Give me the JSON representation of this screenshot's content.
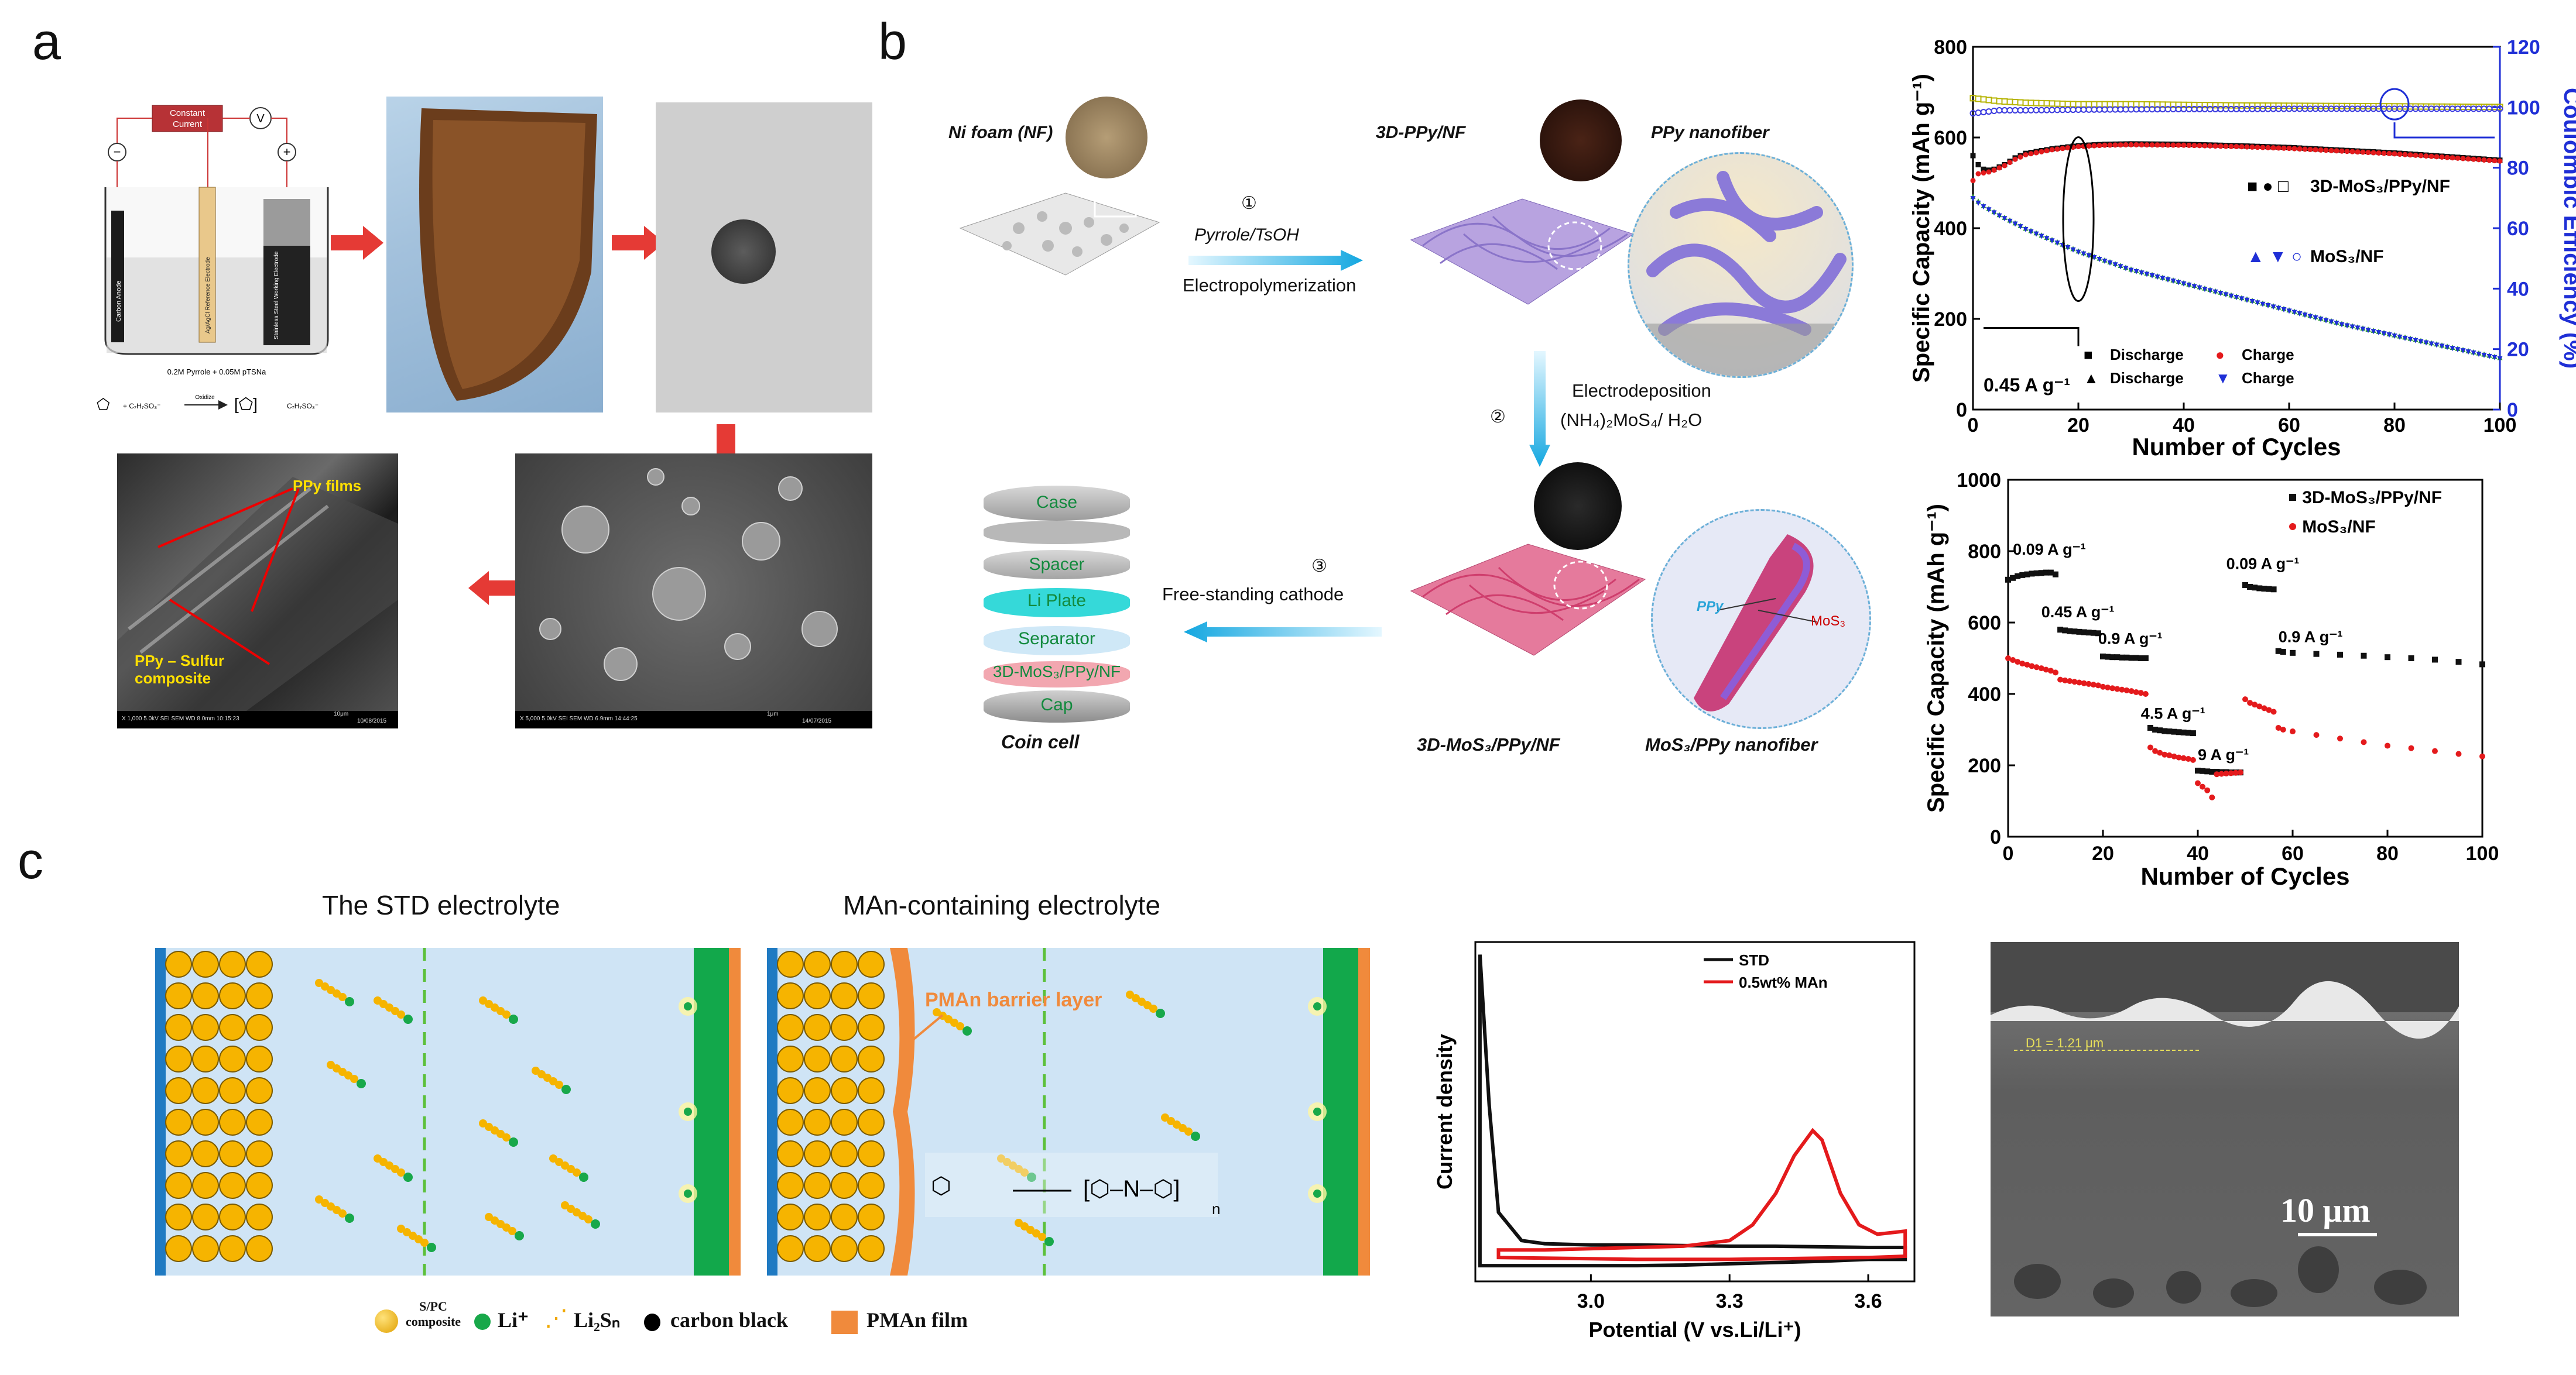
{
  "panels": {
    "a": "a",
    "b": "b",
    "c": "c"
  },
  "panel_a": {
    "source": {
      "top": "Constant",
      "bottom": "Current"
    },
    "voltmeter": "V",
    "minus": "−",
    "plus": "+",
    "electrodes": {
      "counter": "Carbon Anode",
      "reference": "Ag/AgCl Reference Electrode",
      "working": "Stainless Steel Working Electrode"
    },
    "solution": "0.2M Pyrrole + 0.05M pTSNa",
    "reaction": {
      "reactant": "+  C₇H₇SO₃⁻",
      "arrow_label": "Oxidize",
      "product_suffix": "C₇H₇SO₃⁻"
    },
    "sem1": {
      "label_films": "PPy films",
      "label_comp": "PPy – Sulfur composite",
      "footer": "X 1,000     5.0kV  SEI      SEM     WD 8.0mm  10:15:23",
      "scale": "10μm",
      "date": "10/08/2015"
    },
    "sem2": {
      "footer": "X 5,000     5.0kV  SEI      SEM     WD 6.9mm  14:44:25",
      "scale": "1μm",
      "date": "14/07/2015"
    }
  },
  "panel_b": {
    "ni_foam": "Ni foam (NF)",
    "ppy_nf": "3D-PPy/NF",
    "ppy_nanofiber": "PPy nanofiber",
    "step1_num": "①",
    "step1_chem": "Pyrrole/TsOH",
    "step1_label": "Electropolymerization",
    "step2_num": "②",
    "step2_line1": "Electrodeposition",
    "step2_line2": "(NH₄)₂MoS₄/ H₂O",
    "step3_num": "③",
    "step3_label": "Free-standing cathode",
    "cell_layers": [
      "Case",
      "Spacer",
      "Li Plate",
      "Separator",
      "3D-MoS₃/PPy/NF",
      "Cap"
    ],
    "coin_cell": "Coin cell",
    "mos3_ppy_nf": "3D-MoS₃/PPy/NF",
    "mos3_ppy_nanofiber": "MoS₃/PPy nanofiber",
    "inset_ppy": "PPy",
    "inset_mos3": "MoS₃"
  },
  "panel_c": {
    "title_left": "The STD electrolyte",
    "title_right": "MAn-containing electrolyte",
    "barrier_label": "PMAn barrier layer",
    "legend": {
      "sp": "S/PC composite",
      "li": "Li⁺",
      "li2sn": "Li₂Sₙ",
      "cb": "carbon black",
      "pman": "PMAn film"
    },
    "sem_scale": "10 μm",
    "sem_measure": "D1 = 1.21 μm",
    "polymer_n": "n",
    "colors": {
      "current_collector": "#1f7ac2",
      "anode": "#12a84b",
      "pman_film": "#f08a3c",
      "electrolyte": "#cfe4f5",
      "sulfur": "#f6b400"
    }
  },
  "chart_data": [
    {
      "type": "scatter",
      "xlabel": "Number of Cycles",
      "ylabel": "Specific Capacity (mAh g⁻¹)",
      "y2label": "Coulombic Efficiency (%)",
      "xlim": [
        0,
        100
      ],
      "ylim": [
        0,
        800
      ],
      "y2lim": [
        0,
        120
      ],
      "xticks": [
        0,
        20,
        40,
        60,
        80,
        100
      ],
      "yticks": [
        0,
        200,
        400,
        600,
        800
      ],
      "y2ticks": [
        0,
        20,
        40,
        60,
        80,
        100,
        120
      ],
      "annotation": "0.45 A g⁻¹",
      "legend_position": "center-right",
      "legend": [
        {
          "marker_text": "■  ●  □",
          "label": "3D-MoS₃/PPy/NF"
        },
        {
          "marker_text": "▲  ▼  ○",
          "label": "MoS₃/NF"
        }
      ],
      "legend2": [
        {
          "marker": "■",
          "label": "Discharge",
          "marker2": "●",
          "label2": "Charge"
        },
        {
          "marker": "▲",
          "label": "Discharge",
          "marker2": "▼",
          "label2": "Charge"
        }
      ],
      "series": [
        {
          "color": "#111111",
          "marker": "square",
          "axis": "left",
          "x": [
            0,
            1,
            2,
            3,
            4,
            6,
            8,
            10,
            15,
            20,
            25,
            30,
            40,
            50,
            60,
            70,
            80,
            90,
            100
          ],
          "y": [
            560,
            540,
            530,
            528,
            530,
            540,
            555,
            565,
            575,
            582,
            585,
            586,
            585,
            582,
            578,
            572,
            566,
            558,
            550
          ]
        },
        {
          "color": "#e41a1c",
          "marker": "circle",
          "axis": "left",
          "x": [
            0,
            1,
            2,
            3,
            4,
            6,
            8,
            10,
            15,
            20,
            25,
            30,
            40,
            50,
            60,
            70,
            80,
            90,
            100
          ],
          "y": [
            505,
            520,
            522,
            524,
            528,
            538,
            552,
            562,
            573,
            580,
            583,
            584,
            583,
            580,
            576,
            570,
            564,
            556,
            548
          ]
        },
        {
          "color": "#2ca02c",
          "marker": "triangle",
          "axis": "left",
          "x": [
            0,
            1,
            2,
            5,
            10,
            20,
            30,
            40,
            50,
            60,
            70,
            80,
            90,
            100
          ],
          "y": [
            470,
            460,
            450,
            430,
            400,
            350,
            310,
            280,
            250,
            220,
            190,
            165,
            140,
            115
          ]
        },
        {
          "color": "#1f2fd6",
          "marker": "triangle-down",
          "axis": "left",
          "x": [
            0,
            1,
            2,
            5,
            10,
            20,
            30,
            40,
            50,
            60,
            70,
            80,
            90,
            100
          ],
          "y": [
            465,
            455,
            447,
            427,
            397,
            347,
            307,
            277,
            247,
            217,
            187,
            162,
            137,
            112
          ]
        },
        {
          "color": "#b5b300",
          "marker": "open-square",
          "axis": "right",
          "x": [
            0,
            5,
            10,
            20,
            30,
            40,
            50,
            60,
            70,
            80,
            90,
            100
          ],
          "y": [
            103,
            102,
            101.5,
            101,
            101,
            100.8,
            100.6,
            100.5,
            100.4,
            100.3,
            100.2,
            100.1
          ]
        },
        {
          "color": "#3a3adf",
          "marker": "open-circle",
          "axis": "right",
          "x": [
            0,
            5,
            10,
            20,
            30,
            40,
            50,
            60,
            70,
            80,
            90,
            100
          ],
          "y": [
            98,
            99,
            99,
            99.2,
            99.3,
            99.4,
            99.4,
            99.5,
            99.5,
            99.5,
            99.5,
            99.5
          ]
        }
      ]
    },
    {
      "type": "scatter",
      "xlabel": "Number of Cycles",
      "ylabel": "Specific Capacity (mAh g⁻¹)",
      "xlim": [
        0,
        100
      ],
      "ylim": [
        0,
        1000
      ],
      "xticks": [
        0,
        20,
        40,
        60,
        80,
        100
      ],
      "yticks": [
        0,
        200,
        400,
        600,
        800,
        1000
      ],
      "legend_position": "top-right",
      "rate_labels": [
        {
          "text": "0.09 A g⁻¹",
          "x": 1,
          "y": 790
        },
        {
          "text": "0.45 A g⁻¹",
          "x": 7,
          "y": 615
        },
        {
          "text": "0.9 A g⁻¹",
          "x": 19,
          "y": 540
        },
        {
          "text": "4.5 A g⁻¹",
          "x": 28,
          "y": 330
        },
        {
          "text": "9 A g⁻¹",
          "x": 40,
          "y": 215
        },
        {
          "text": "0.09 A g⁻¹",
          "x": 46,
          "y": 750
        },
        {
          "text": "0.9 A g⁻¹",
          "x": 57,
          "y": 545
        }
      ],
      "series": [
        {
          "name": "3D-MoS₃/PPy/NF",
          "color": "#111111",
          "marker": "square",
          "x": [
            0,
            1,
            2,
            3,
            4,
            5,
            6,
            7,
            8,
            9,
            10,
            11,
            12,
            13,
            14,
            15,
            16,
            17,
            18,
            19,
            20,
            21,
            22,
            23,
            24,
            25,
            26,
            27,
            28,
            29,
            30,
            31,
            32,
            33,
            34,
            35,
            36,
            37,
            38,
            39,
            40,
            41,
            42,
            43,
            44,
            45,
            46,
            47,
            48,
            49,
            50,
            51,
            52,
            53,
            54,
            55,
            56,
            57,
            58,
            60,
            65,
            70,
            75,
            80,
            85,
            90,
            95,
            100
          ],
          "y": [
            720,
            725,
            730,
            733,
            735,
            737,
            738,
            739,
            740,
            740,
            735,
            580,
            578,
            576,
            575,
            574,
            573,
            572,
            571,
            570,
            505,
            504,
            503,
            503,
            502,
            502,
            501,
            501,
            500,
            500,
            305,
            300,
            298,
            296,
            295,
            294,
            293,
            292,
            291,
            290,
            185,
            184,
            183,
            182,
            182,
            181,
            181,
            180,
            180,
            180,
            705,
            700,
            698,
            696,
            695,
            694,
            693,
            520,
            518,
            515,
            512,
            510,
            507,
            503,
            500,
            496,
            490,
            483
          ]
        },
        {
          "name": "MoS₃/NF",
          "color": "#e41a1c",
          "marker": "circle",
          "x": [
            0,
            1,
            2,
            3,
            4,
            5,
            6,
            7,
            8,
            9,
            10,
            11,
            12,
            13,
            14,
            15,
            16,
            17,
            18,
            19,
            20,
            21,
            22,
            23,
            24,
            25,
            26,
            27,
            28,
            29,
            30,
            31,
            32,
            33,
            34,
            35,
            36,
            37,
            38,
            39,
            40,
            41,
            42,
            43,
            44,
            45,
            46,
            47,
            48,
            49,
            50,
            51,
            52,
            53,
            54,
            55,
            56,
            57,
            58,
            60,
            65,
            70,
            75,
            80,
            85,
            90,
            95,
            100
          ],
          "y": [
            500,
            495,
            490,
            485,
            482,
            478,
            475,
            472,
            468,
            465,
            460,
            440,
            438,
            436,
            434,
            432,
            430,
            428,
            426,
            424,
            420,
            418,
            416,
            414,
            412,
            410,
            408,
            405,
            403,
            400,
            250,
            240,
            235,
            230,
            228,
            225,
            222,
            220,
            218,
            215,
            150,
            140,
            130,
            110,
            175,
            176,
            177,
            178,
            179,
            180,
            385,
            375,
            370,
            365,
            360,
            355,
            350,
            305,
            300,
            295,
            285,
            275,
            265,
            255,
            248,
            240,
            232,
            225
          ]
        }
      ]
    },
    {
      "type": "line",
      "xlabel": "Potential  (V vs.Li/Li⁺)",
      "ylabel": "Current density",
      "xlim": [
        2.75,
        3.7
      ],
      "xticks": [
        3.0,
        3.3,
        3.6
      ],
      "xtick_labels": [
        "3.0",
        "3.3",
        "3.6"
      ],
      "legend_position": "top-right",
      "series": [
        {
          "name": "STD",
          "color": "#111111",
          "x": [
            2.76,
            2.78,
            2.8,
            2.85,
            2.9,
            3.0,
            3.1,
            3.2,
            3.3,
            3.4,
            3.5,
            3.6,
            3.68,
            3.68,
            3.6,
            3.5,
            3.4,
            3.3,
            3.2,
            3.1,
            3.0,
            2.9,
            2.8,
            2.76
          ],
          "y": [
            5.0,
            2.6,
            0.9,
            0.45,
            0.4,
            0.38,
            0.38,
            0.37,
            0.36,
            0.36,
            0.35,
            0.34,
            0.34,
            0.15,
            0.15,
            0.12,
            0.1,
            0.08,
            0.06,
            0.05,
            0.05,
            0.05,
            0.05,
            0.05
          ]
        },
        {
          "name": "0.5wt% MAn",
          "color": "#e41a1c",
          "x": [
            2.8,
            2.9,
            3.0,
            3.1,
            3.2,
            3.3,
            3.35,
            3.4,
            3.44,
            3.48,
            3.5,
            3.54,
            3.58,
            3.62,
            3.68,
            3.68,
            3.6,
            3.5,
            3.4,
            3.3,
            3.2,
            3.1,
            3.0,
            2.9,
            2.8
          ],
          "y": [
            0.3,
            0.3,
            0.32,
            0.34,
            0.36,
            0.45,
            0.7,
            1.2,
            1.8,
            2.2,
            2.05,
            1.2,
            0.7,
            0.55,
            0.6,
            0.2,
            0.18,
            0.17,
            0.16,
            0.15,
            0.15,
            0.15,
            0.16,
            0.17,
            0.18
          ]
        }
      ]
    }
  ]
}
